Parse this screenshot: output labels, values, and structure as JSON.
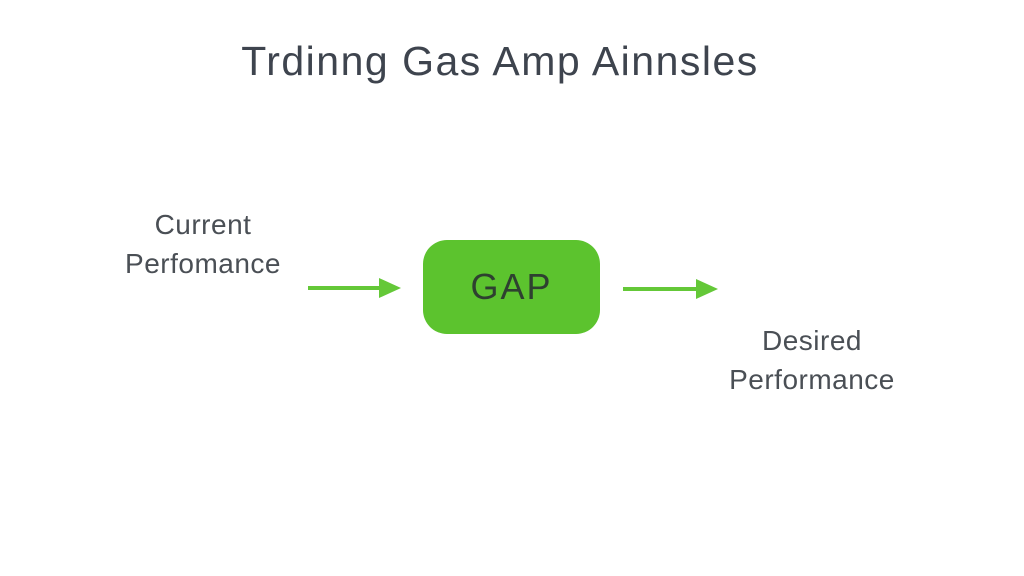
{
  "title": "Trdinng Gas Amp Ainnsles",
  "diagram": {
    "left_label": {
      "line1": "Current",
      "line2": "Perfomance"
    },
    "gap_box": {
      "label": "GAP"
    },
    "right_label": {
      "line1": "Desired",
      "line2": "Performance"
    },
    "arrow_icons": [
      "arrow-right-icon",
      "arrow-right-icon"
    ]
  },
  "colors": {
    "background": "#ffffff",
    "accent_green": "#5cc32e",
    "arrow_green": "#64c838",
    "title_text": "#3e444e",
    "label_text": "#4a4f55",
    "gap_text": "#2e4030"
  }
}
